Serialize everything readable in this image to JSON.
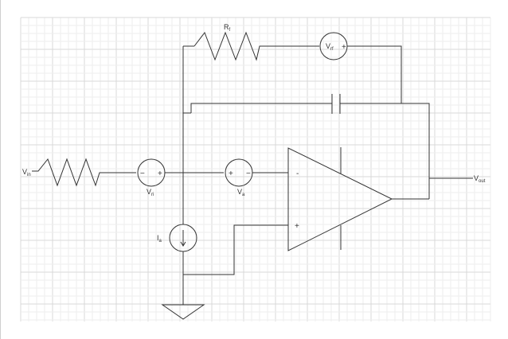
{
  "labels": {
    "vin": {
      "main": "V",
      "sub": "in"
    },
    "rf": {
      "main": "R",
      "sub": "f"
    },
    "vrf": {
      "main": "V",
      "sub": "rf"
    },
    "vri": {
      "main": "V",
      "sub": "ri"
    },
    "va": {
      "main": "V",
      "sub": "a"
    },
    "ia": {
      "main": "I",
      "sub": "a"
    },
    "vout": {
      "main": "V",
      "sub": "out"
    }
  },
  "signs": {
    "vri_minus": "−",
    "vri_plus": "+",
    "va_plus": "+",
    "va_minus": "−",
    "vrf_plus": "+",
    "opamp_inverting": "-",
    "opamp_noninverting": "+"
  },
  "colors": {
    "wire": "#333333",
    "grid_minor": "#eeeeee",
    "grid_major": "#d9d9d9",
    "background": "#ffffff"
  }
}
